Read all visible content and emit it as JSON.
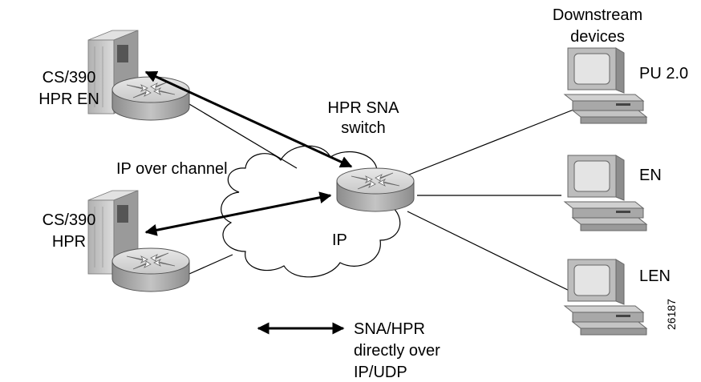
{
  "labels": {
    "host_top": [
      "CS/390",
      "HPR EN"
    ],
    "host_bottom": [
      "CS/390",
      "HPR"
    ],
    "ip_over_channel": "IP over channel",
    "switch": [
      "HPR SNA",
      "switch"
    ],
    "cloud": "IP",
    "downstream": [
      "Downstream",
      "devices"
    ],
    "device_pu": "PU 2.0",
    "device_en": "EN",
    "device_len": "LEN",
    "legend": [
      "SNA/HPR",
      "directly over",
      "IP/UDP"
    ],
    "figure_number": "26187"
  },
  "icons": {
    "host": "mainframe-icon",
    "router": "router-icon",
    "cloud": "ip-cloud-icon",
    "terminal": "terminal-icon",
    "arrow": "double-arrow-icon"
  },
  "colors": {
    "router_top": "#d8d8d8",
    "router_side": "#a6a6a6",
    "host_body": "#c6c6c6",
    "screen": "#e6e6e6",
    "line": "#000000"
  }
}
